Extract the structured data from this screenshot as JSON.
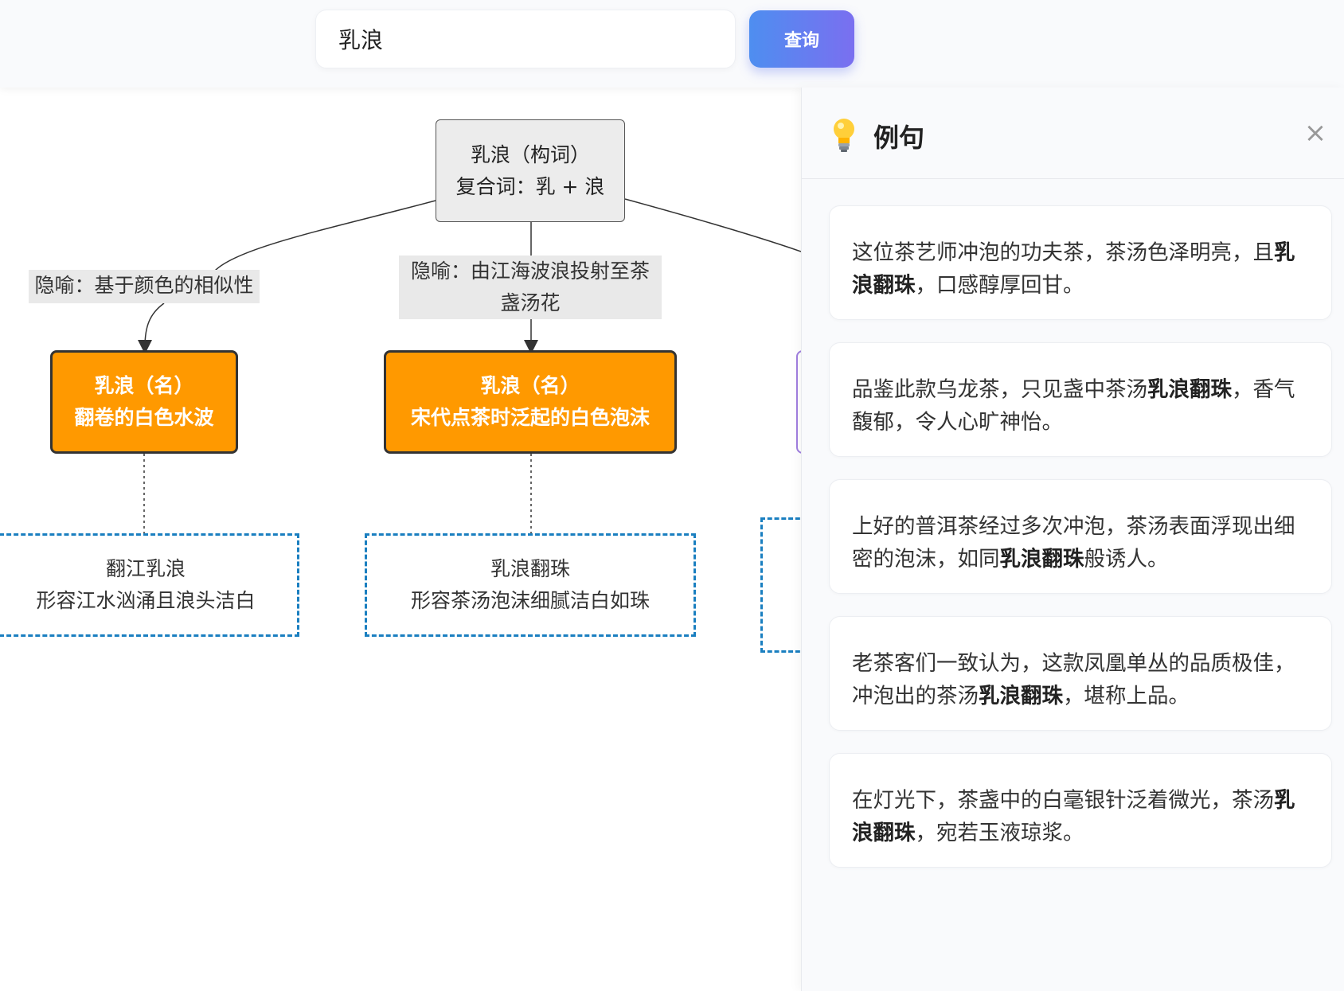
{
  "search": {
    "value": "乳浪",
    "button_label": "查询"
  },
  "diagram": {
    "root": {
      "line1": "乳浪（构词）",
      "line2": "复合词：乳 + 浪"
    },
    "edges": [
      {
        "label": "隐喻：基于颜色的相似性"
      },
      {
        "label_line1": "隐喻：由江海波浪投射至茶",
        "label_line2": "盏汤花"
      }
    ],
    "senses": [
      {
        "line1": "乳浪（名）",
        "line2": "翻卷的白色水波"
      },
      {
        "line1": "乳浪（名）",
        "line2": "宋代点茶时泛起的白色泡沫"
      }
    ],
    "usages": [
      {
        "line1": "翻江乳浪",
        "line2": "形容江水汹涌且浪头洁白"
      },
      {
        "line1": "乳浪翻珠",
        "line2": "形容茶汤泡沫细腻洁白如珠"
      }
    ],
    "colors": {
      "orange": "#ff9900",
      "dashed_border": "#1a7fc0",
      "root_bg": "#ececec"
    }
  },
  "panel": {
    "title": "例句",
    "icons": {
      "title": "lightbulb-icon",
      "close": "close-icon"
    },
    "examples": [
      {
        "before": "这位茶艺师冲泡的功夫茶，茶汤色泽明亮，且",
        "highlight": "乳浪翻珠",
        "after": "，口感醇厚回甘。"
      },
      {
        "before": "品鉴此款乌龙茶，只见盏中茶汤",
        "highlight": "乳浪翻珠",
        "after": "，香气馥郁，令人心旷神怡。"
      },
      {
        "before": "上好的普洱茶经过多次冲泡，茶汤表面浮现出细密的泡沫，如同",
        "highlight": "乳浪翻珠",
        "after": "般诱人。"
      },
      {
        "before": "老茶客们一致认为，这款凤凰单丛的品质极佳，冲泡出的茶汤",
        "highlight": "乳浪翻珠",
        "after": "，堪称上品。"
      },
      {
        "before": "在灯光下，茶盏中的白毫银针泛着微光，茶汤",
        "highlight": "乳浪翻珠",
        "after": "，宛若玉液琼浆。"
      }
    ]
  }
}
